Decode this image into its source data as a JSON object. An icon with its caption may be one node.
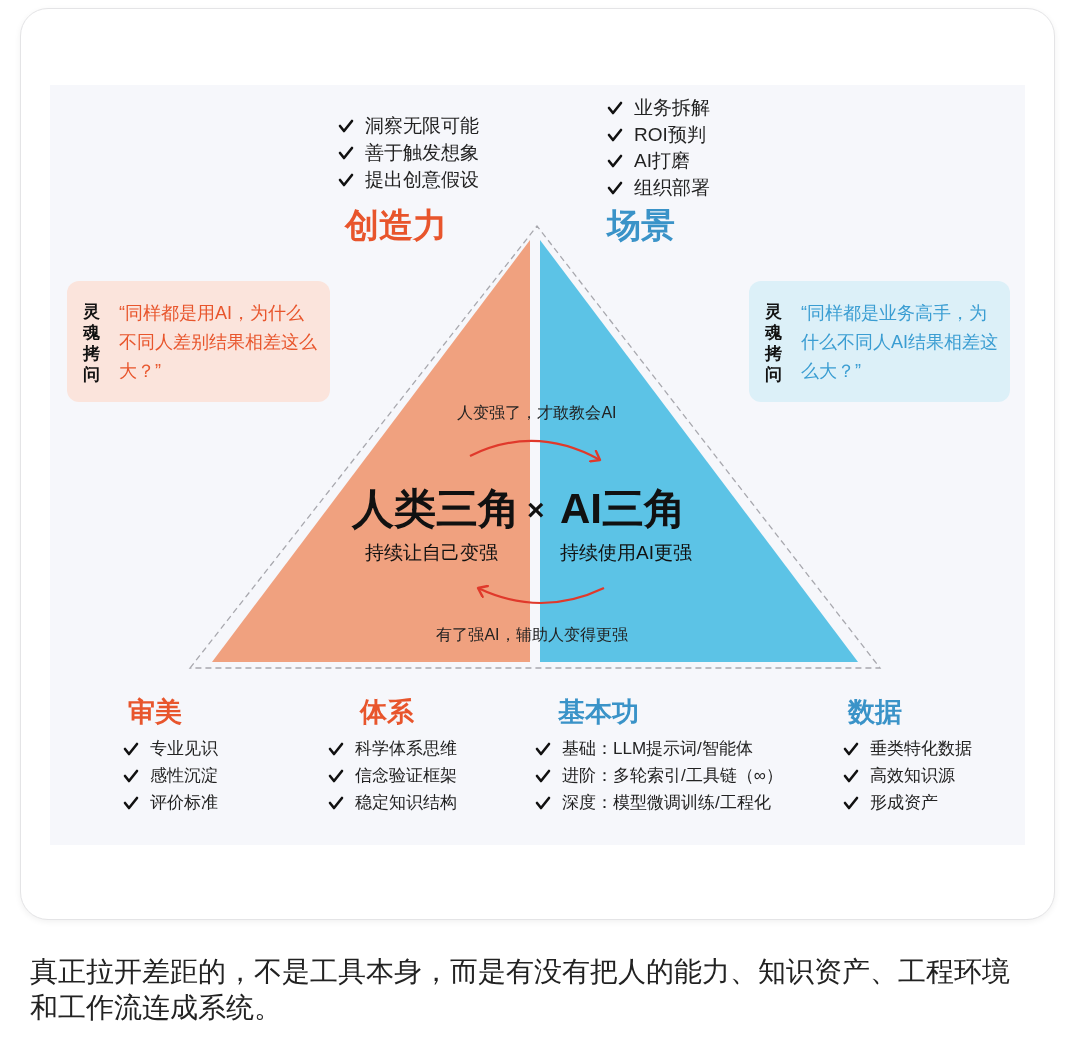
{
  "diagram": {
    "caption": "真正拉开差距的，不是工具本身，而是有没有把人的能力、知识资产、工程环境和工作流连成系统。",
    "nodes": [
      {
        "text": [
          "人类三角",
          "持续让自己变强"
        ]
      },
      {
        "text": [
          "AI三角",
          "持续使用AI更强"
        ]
      },
      {
        "text": [
          "灵魂拷问",
          "“同样都是用AI，为什么不同人差别结果相差这么大？”"
        ]
      },
      {
        "text": [
          "灵魂拷问",
          "“同样都是业务高手，为什么不同人AI结果相差这么大？”"
        ]
      }
    ],
    "edges": [
      {
        "from": 0,
        "to": 1,
        "arrow": "to",
        "label": "人变强了，才敢教会AI"
      },
      {
        "from": 1,
        "to": 0,
        "arrow": "to",
        "label": "有了强AI，辅助人变得更强"
      }
    ],
    "labels": [
      "洞察无限可能",
      "善于触发想象",
      "提出创意假设",
      "业务拆解",
      "ROI预判",
      "AI打磨",
      "组织部署",
      "创造力",
      "场景",
      "×",
      "审美",
      "体系",
      "基本功",
      "数据",
      "专业见识",
      "感性沉淀",
      "评价标准",
      "科学体系思维",
      "信念验证框架",
      "稳定知识结构",
      "基础：LLM提示词/智能体",
      "进阶：多轮索引/工具链（∞）",
      "深度：模型微调训练/工程化",
      "垂类特化数据",
      "高效知识源",
      "形成资产"
    ]
  }
}
